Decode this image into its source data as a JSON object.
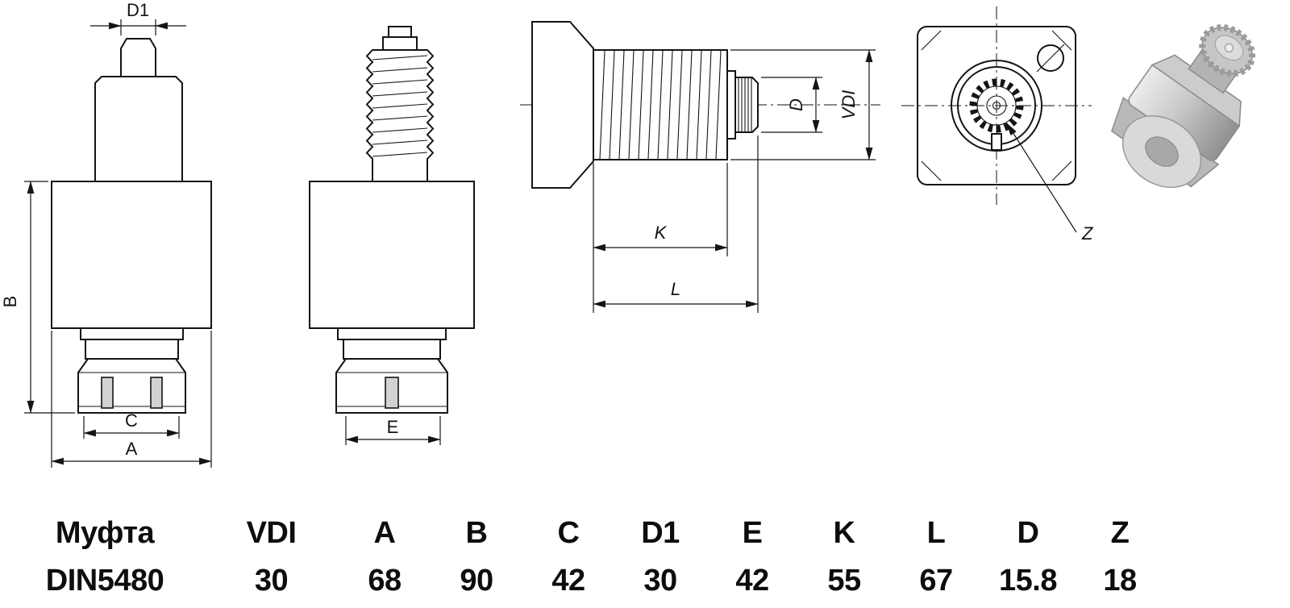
{
  "drawing": {
    "labels": {
      "d1": "D1",
      "b": "B",
      "c": "C",
      "a": "A",
      "e": "E",
      "k": "K",
      "l": "L",
      "d": "D",
      "vdi": "VDI",
      "z": "Z"
    }
  },
  "table": {
    "columns": [
      {
        "header": "Муфта",
        "value": "DIN5480"
      },
      {
        "header": "VDI",
        "value": "30"
      },
      {
        "header": "A",
        "value": "68"
      },
      {
        "header": "B",
        "value": "90"
      },
      {
        "header": "C",
        "value": "42"
      },
      {
        "header": "D1",
        "value": "30"
      },
      {
        "header": "E",
        "value": "42"
      },
      {
        "header": "K",
        "value": "55"
      },
      {
        "header": "L",
        "value": "67"
      },
      {
        "header": "D",
        "value": "15.8"
      },
      {
        "header": "Z",
        "value": "18"
      }
    ]
  }
}
